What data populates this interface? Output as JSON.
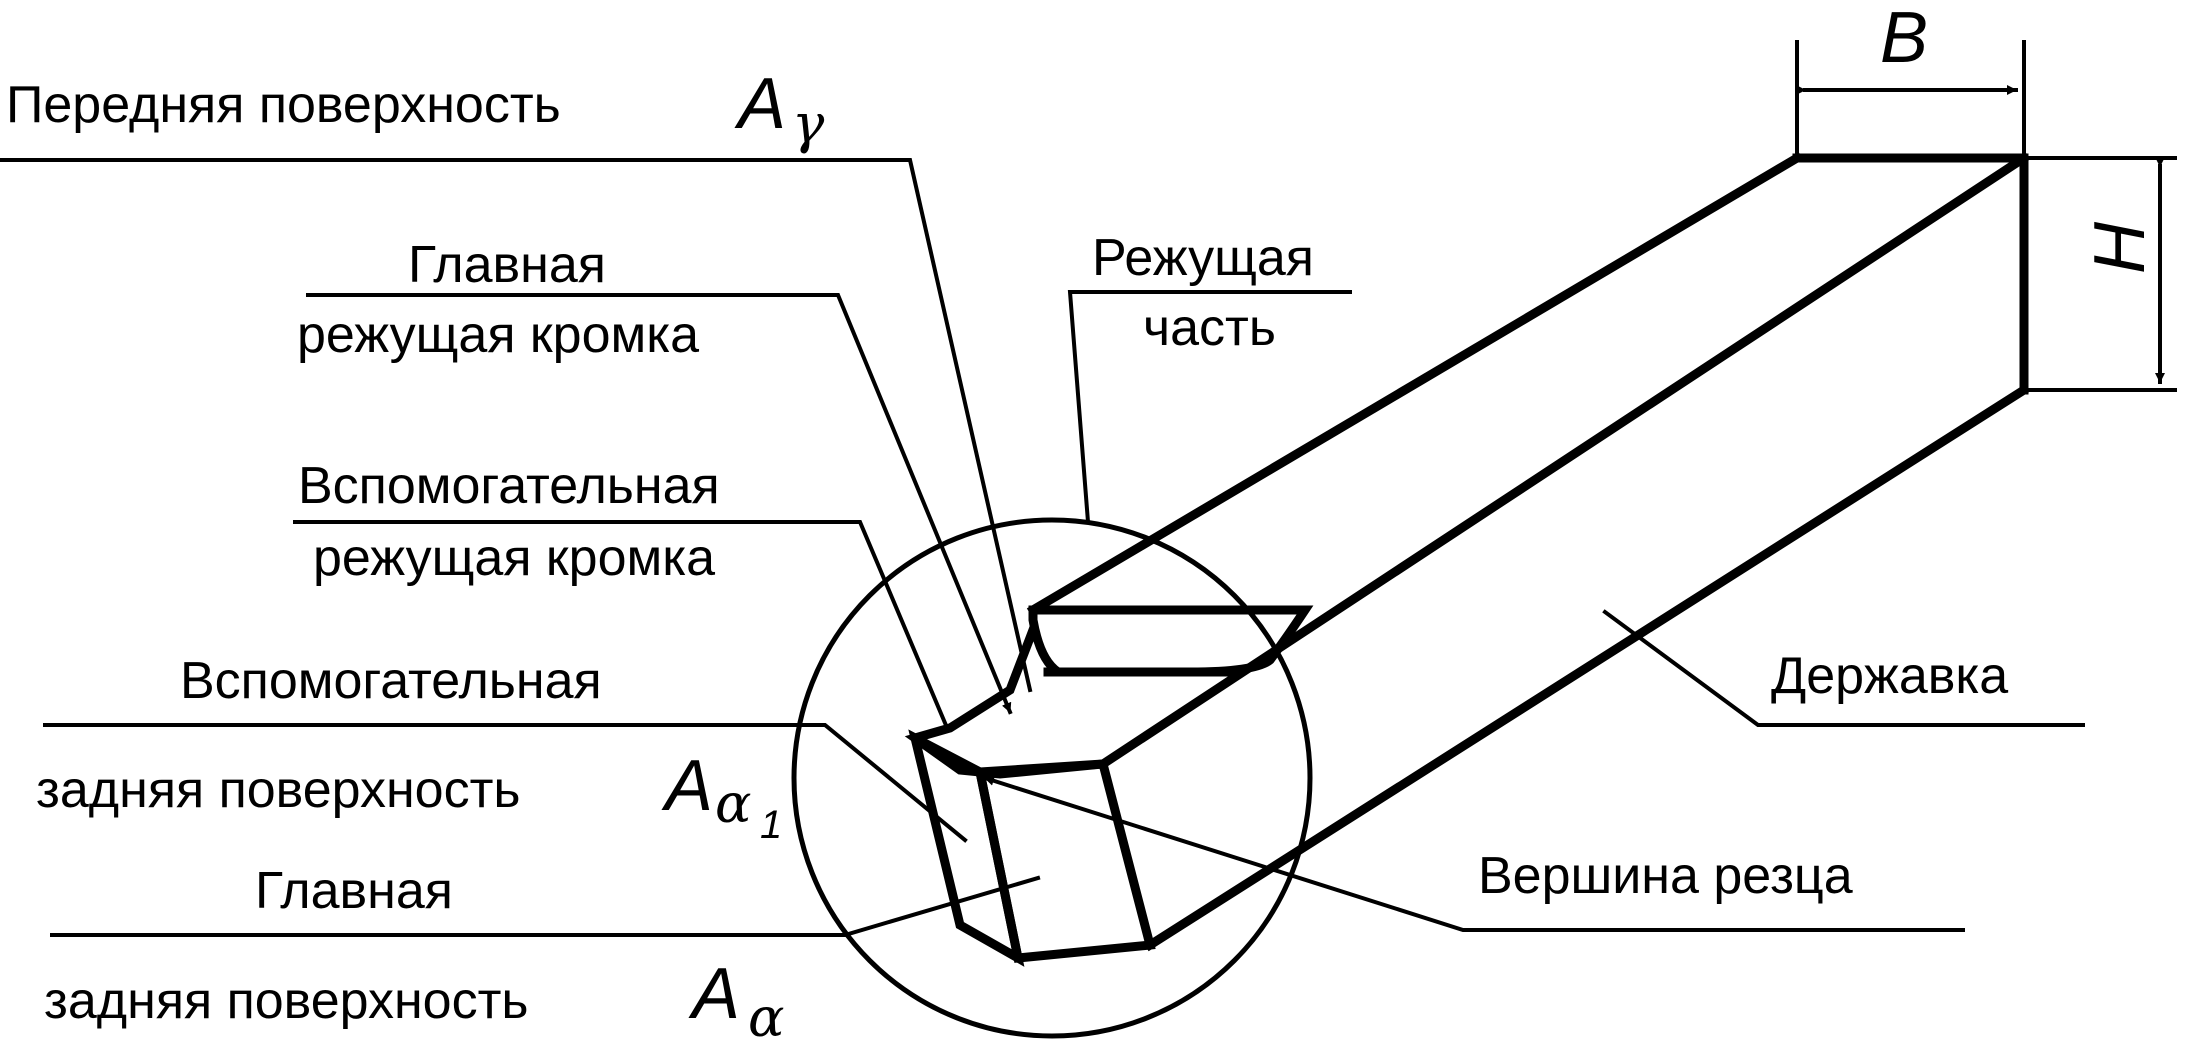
{
  "labels": {
    "rake_face": "Передняя поверхность",
    "main_edge_1": "Главная",
    "main_edge_2": "режущая кромка",
    "aux_edge_1": "Вспомогательная",
    "aux_edge_2": "режущая кромка",
    "aux_flank_1": "Вспомогательная",
    "aux_flank_2": "задняя поверхность",
    "main_flank_1": "Главная",
    "main_flank_2": "задняя поверхность",
    "cutting_part_1": "Режущая",
    "cutting_part_2": "часть",
    "holder": "Державка",
    "tip": "Вершина резца"
  },
  "symbols": {
    "A": "A",
    "gamma": "γ",
    "alpha": "α",
    "alpha1_index": "1",
    "width": "B",
    "height": "H"
  }
}
